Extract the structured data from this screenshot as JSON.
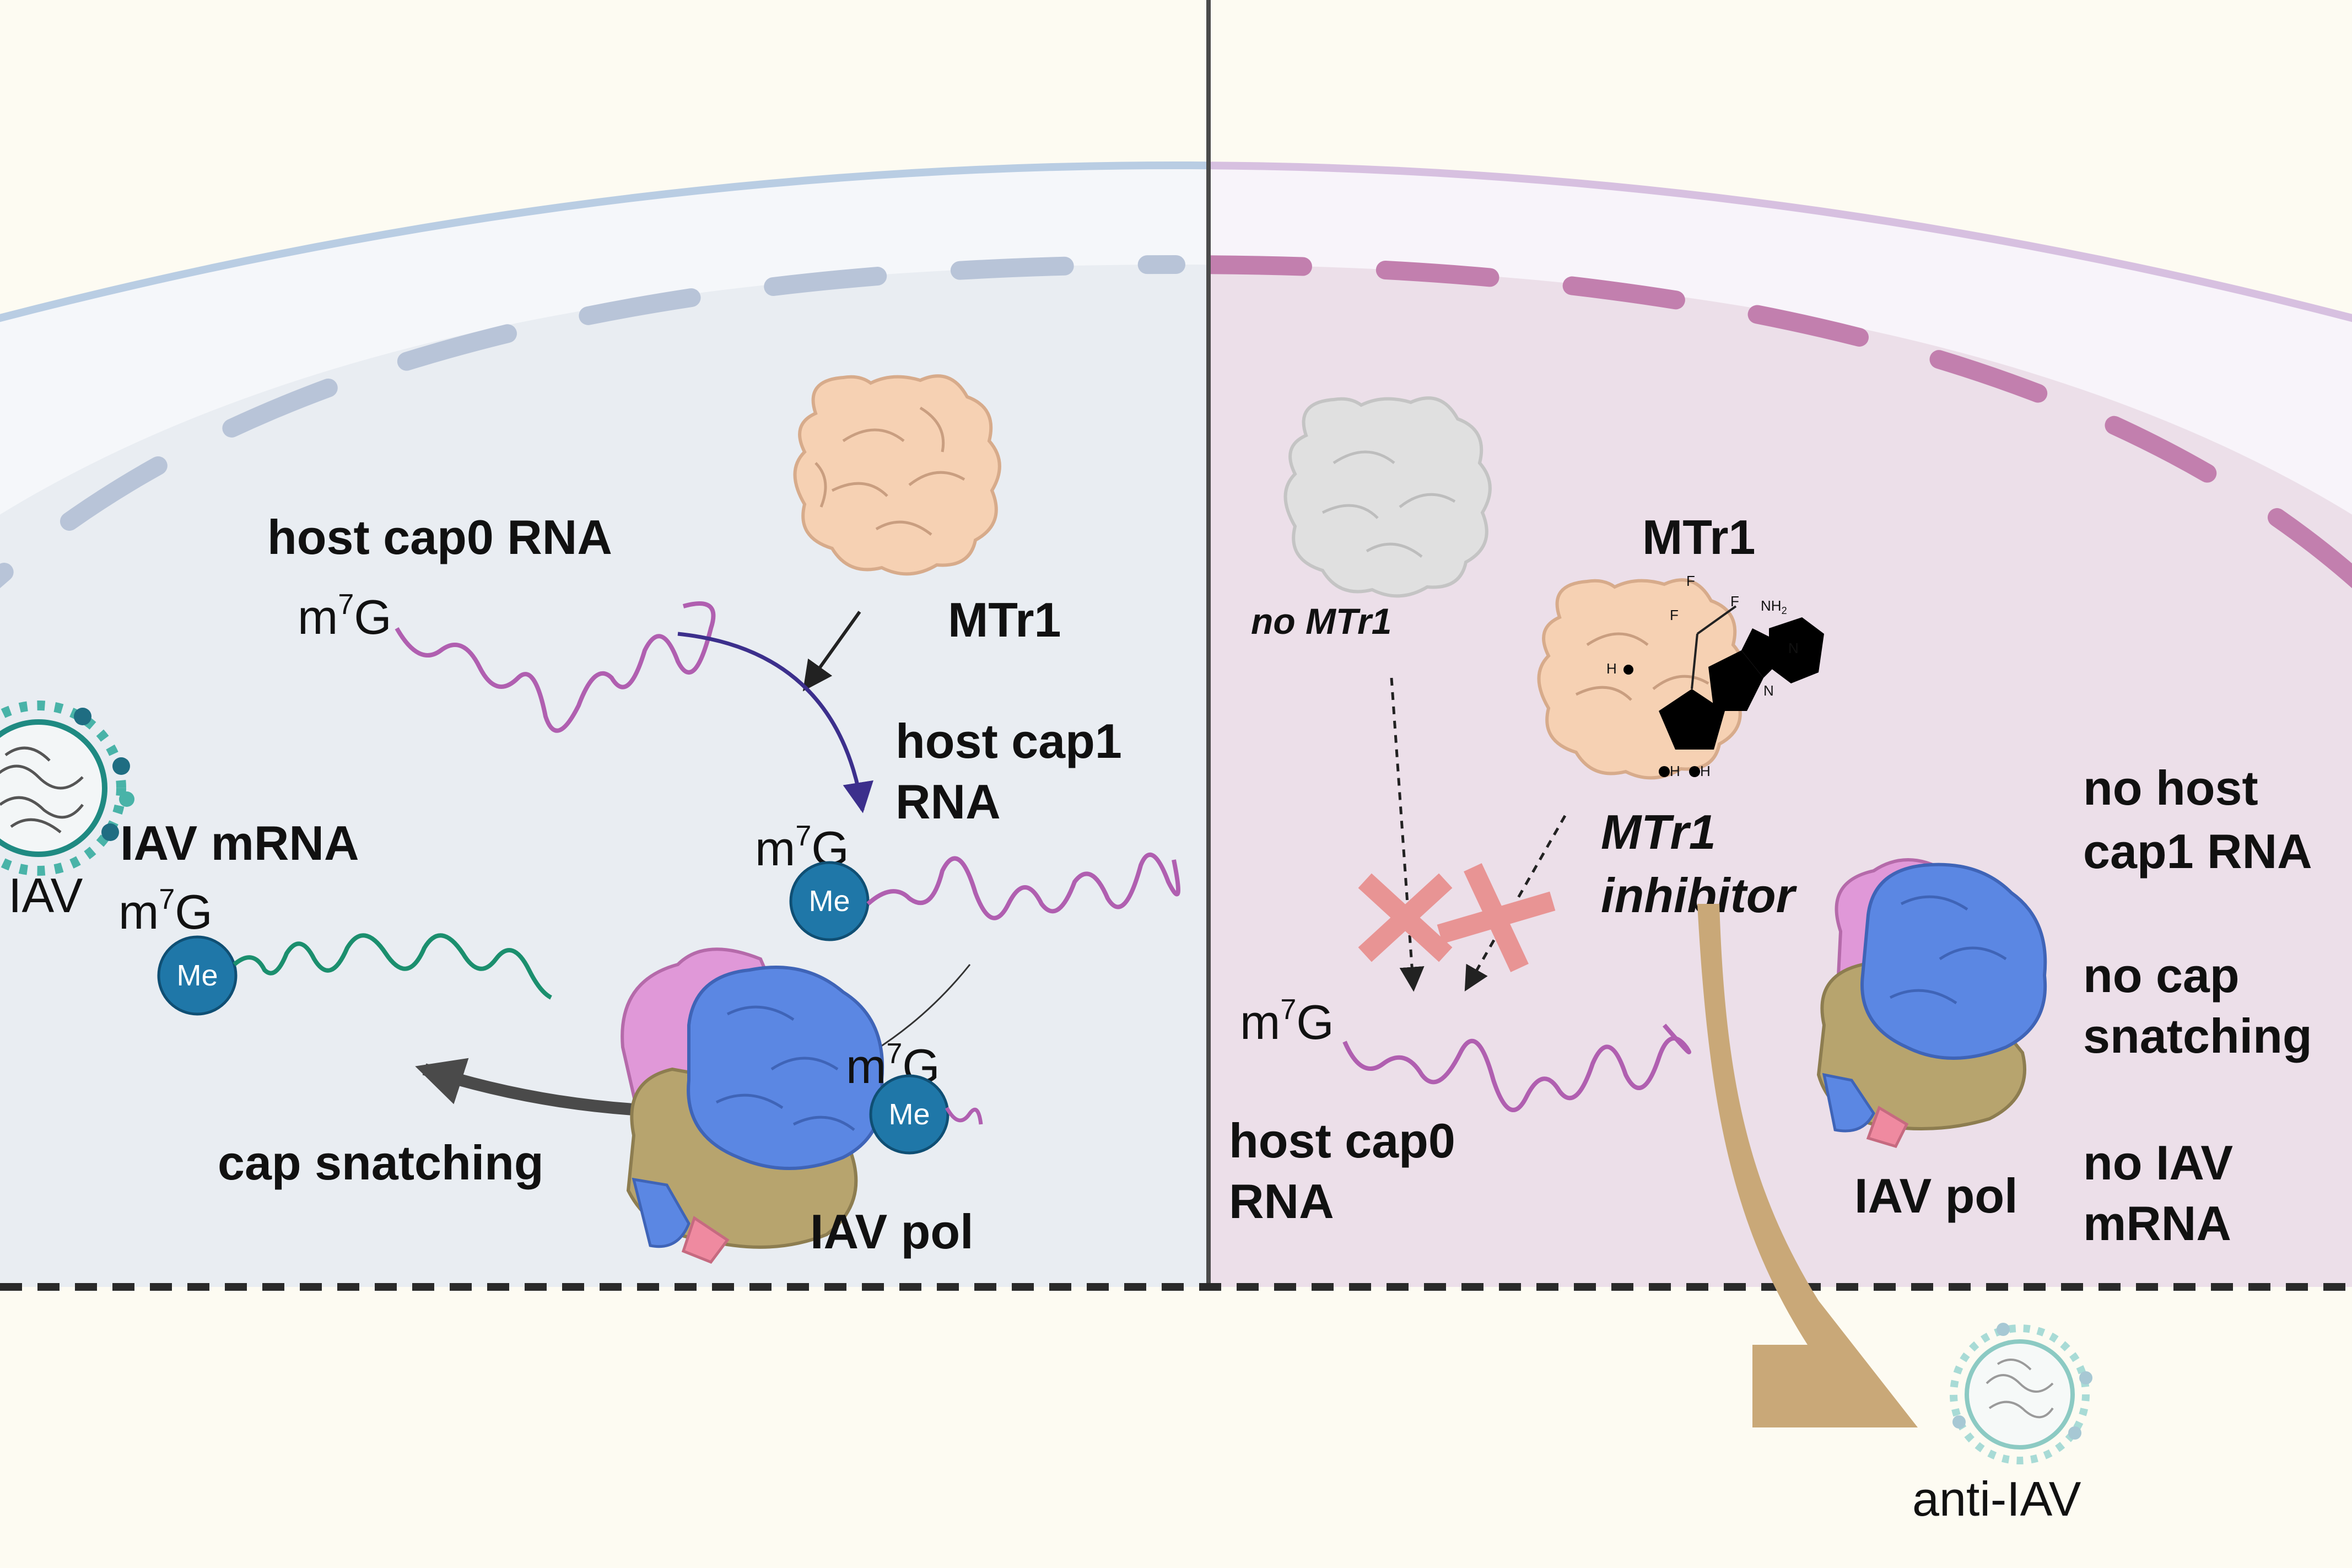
{
  "colors": {
    "background": "#fdfbf2",
    "left_cell": "#eaeef3",
    "right_cell": "#ede0ea",
    "left_nucleus_dash": "#b8c4d8",
    "right_nucleus_dash": "#c27fae",
    "divider": "#4a4a4a",
    "mtr1": "#f6d1b3",
    "mtr1_inactive": "#e0e0e0",
    "cap_rna": "#b05fb0",
    "viral_rna": "#1b8f6e",
    "me_circle": "#1f77a8",
    "pol_blue": "#5b87e3",
    "pol_pink": "#e098d8",
    "pol_olive": "#b7a46e",
    "cross": "#e89494",
    "inhibitor_arrow": "#c9a878"
  },
  "icons": [
    "mtr1-protein-icon",
    "iav-virion-icon",
    "iav-polymerase-icon",
    "inhibitor-molecule-icon",
    "cross-mark-icon"
  ],
  "left": {
    "host_cap0_rna": "host cap0 RNA",
    "m7g_base": "m",
    "m7g_sup": "7",
    "m7g_g": "G",
    "mtr1": "MTr1",
    "host_cap1_line1": "host cap1",
    "host_cap1_line2": "RNA",
    "me": "Me",
    "iav": "IAV",
    "iav_mrna": "IAV mRNA",
    "cap_snatching": "cap snatching",
    "iav_pol": "IAV pol"
  },
  "right": {
    "no_mtr1": "no MTr1",
    "mtr1": "MTr1",
    "inhibitor_line1": "MTr1",
    "inhibitor_line2": "inhibitor",
    "host_cap0_line1": "host cap0",
    "host_cap0_line2": "RNA",
    "no_host_cap1_line1": "no host",
    "no_host_cap1_line2": "cap1 RNA",
    "no_cap_snatching_line1": "no cap",
    "no_cap_snatching_line2": "snatching",
    "no_iav_mrna_line1": "no IAV",
    "no_iav_mrna_line2": "mRNA",
    "iav_pol": "IAV pol",
    "anti_iav": "anti-IAV",
    "chem_f": "F",
    "chem_nh2": "NH",
    "chem_nh2_sub": "2",
    "chem_n": "N",
    "chem_h": "H"
  }
}
